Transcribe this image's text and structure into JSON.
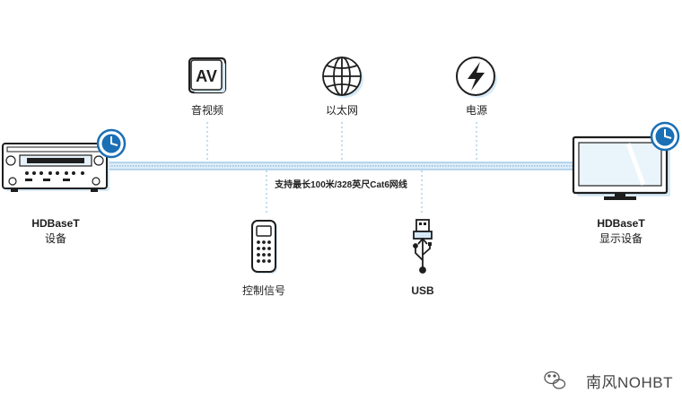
{
  "features_top": [
    {
      "name": "av",
      "icon": "av-icon",
      "icon_text": "AV",
      "label": "音视频"
    },
    {
      "name": "ethernet",
      "icon": "globe-icon",
      "label": "以太网"
    },
    {
      "name": "power",
      "icon": "lightning-icon",
      "label": "电源"
    }
  ],
  "features_bottom": [
    {
      "name": "control",
      "icon": "remote-control-icon",
      "label": "控制信号"
    },
    {
      "name": "usb",
      "icon": "usb-icon",
      "label": "USB"
    }
  ],
  "cable": {
    "text": "支持最长100米/328英尺Cat6网线"
  },
  "source_device": {
    "icon": "av-receiver-icon",
    "line1": "HDBaseT",
    "line2": "设备"
  },
  "display_device": {
    "icon": "monitor-icon",
    "line1": "HDBaseT",
    "line2": "显示设备"
  },
  "watermark": {
    "text": "南风NOHBT",
    "icon": "wechat-icon"
  },
  "colors": {
    "accent": "#1a6fb5",
    "line": "#b9d9ee",
    "outline": "#1e1e1e",
    "dash": "#9fcbe8"
  }
}
